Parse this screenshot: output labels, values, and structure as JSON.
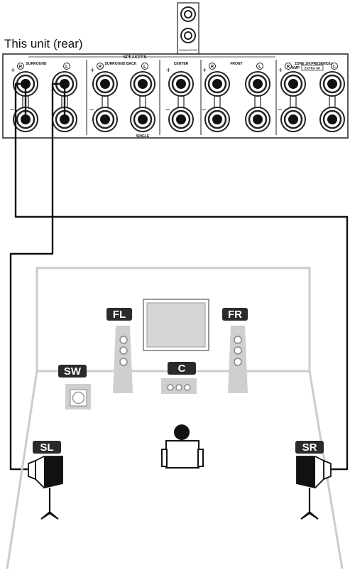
{
  "unit_label": "This unit (rear)",
  "panel": {
    "header": "SPEAKERS",
    "subwoofer_label": "SUBWOOFER",
    "single_label": "SINGLE",
    "extra_sp_label": "EXTRA SP",
    "plus_sign": "+",
    "minus_sign": "−",
    "groups": [
      {
        "id": "surround",
        "label": "SURROUND",
        "channels": [
          "R",
          "L"
        ]
      },
      {
        "id": "surround-back",
        "label": "SURROUND BACK",
        "channels": [
          "R",
          "L"
        ]
      },
      {
        "id": "center",
        "label": "CENTER",
        "channels": [
          ""
        ]
      },
      {
        "id": "front",
        "label": "FRONT",
        "channels": [
          "R",
          "L"
        ]
      },
      {
        "id": "zone2",
        "label": "ZONE 2/F.PRESENCE/",
        "label2": "BI-AMP",
        "channels": [
          "R",
          "L"
        ]
      }
    ]
  },
  "speakers": {
    "FL": "FL",
    "FR": "FR",
    "C": "C",
    "SW": "SW",
    "SL": "SL",
    "SR": "SR"
  },
  "colors": {
    "badge": "#2a2a2a",
    "badge_text": "#ffffff",
    "room_line": "#cccccc",
    "speaker_fill": "#cfcfcf",
    "cable": "#111111"
  }
}
